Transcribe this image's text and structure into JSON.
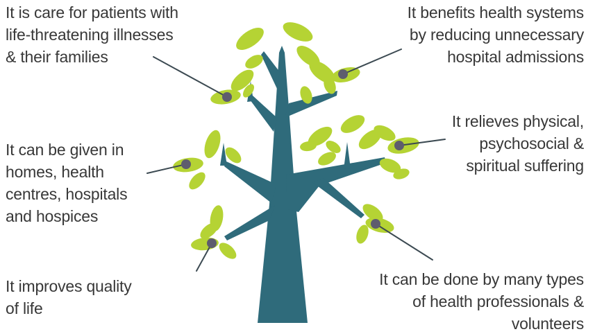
{
  "diagram_subject": "benefits-of-palliative-care-tree",
  "colors": {
    "background": "#ffffff",
    "leaf": "#b5d334",
    "trunk": "#2f6b7b",
    "dot": "#5e5c6e",
    "connector": "#3c4a52",
    "text": "#383838"
  },
  "labels": {
    "care": {
      "full_text": "It is care for patients with life-threatening illnesses & their families",
      "lines": [
        "It is care for patients with",
        "life-threatening illnesses",
        "& their families"
      ]
    },
    "systems": {
      "full_text": "It benefits health systems by reducing unnecessary hospital admissions",
      "lines": [
        "It benefits health systems",
        "by reducing unnecessary",
        "hospital admissions"
      ]
    },
    "settings": {
      "full_text": "It can be given in homes, health centres, hospitals and hospices",
      "lines": [
        "It can be given in",
        "homes, health",
        "centres, hospitals",
        "and hospices"
      ]
    },
    "relief": {
      "full_text": "It relieves physical, psychosocial & spiritual suffering",
      "lines": [
        "It relieves physical,",
        "psychosocial &",
        "spiritual suffering"
      ]
    },
    "quality": {
      "full_text": "It improves quality of life",
      "lines": [
        "It improves quality",
        "of life"
      ]
    },
    "providers": {
      "full_text": "It can be done by many types of health professionals & volunteers",
      "lines": [
        "It can be done by many types",
        "of health professionals &",
        "volunteers"
      ]
    }
  }
}
